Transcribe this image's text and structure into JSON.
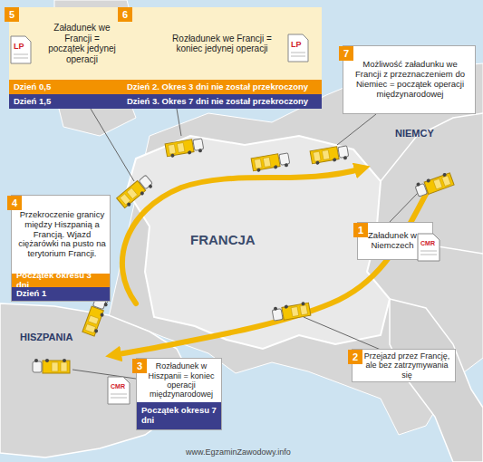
{
  "diagram": {
    "nodes": [
      {
        "text": [
          "5",
          "Załadunek we Francji = początek jedynej operacji"
        ]
      },
      {
        "text": [
          "Dzień 0,5"
        ],
        "in": 0
      },
      {
        "text": [
          "Dzień 1,5"
        ],
        "in": 0
      },
      {
        "text": [
          "6",
          "Rozładunek we Francji = koniec jedynej operacji"
        ]
      },
      {
        "text": [
          "Dzień 2. Okres 3 dni nie został przekroczony"
        ],
        "in": 3
      },
      {
        "text": [
          "Dzień 3. Okres 7 dni nie został przekroczony"
        ],
        "in": 3
      },
      {
        "text": [
          "7",
          "Możliwość załadunku we Francji z przeznaczeniem do Niemiec = początek operacji międzynarodowej"
        ]
      },
      {
        "text": [
          "4",
          "Przekroczenie granicy między Hiszpanią a Francją. Wjazd ciężarówki na pusto na terytorium Francji."
        ]
      },
      {
        "text": [
          "Początek okresu 3 dni"
        ],
        "in": 7
      },
      {
        "text": [
          "Dzień 1"
        ],
        "in": 7
      },
      {
        "text": [
          "1",
          "Załadunek w Niemczech"
        ]
      },
      {
        "text": [
          "3",
          "Rozładunek w Hiszpanii = koniec operacji międzynarodowej"
        ]
      },
      {
        "text": [
          "Początek okresu 7 dni"
        ],
        "in": 11
      },
      {
        "text": [
          "2",
          "Przejazd przez Francję, ale bez zatrzymywania się"
        ]
      }
    ],
    "labels": [
      "LP",
      "LP",
      "NIEMCY",
      "CMR",
      "FRANCJA",
      "HISZPANIA",
      "CMR",
      "www.EgzaminZawodowy.info"
    ]
  }
}
